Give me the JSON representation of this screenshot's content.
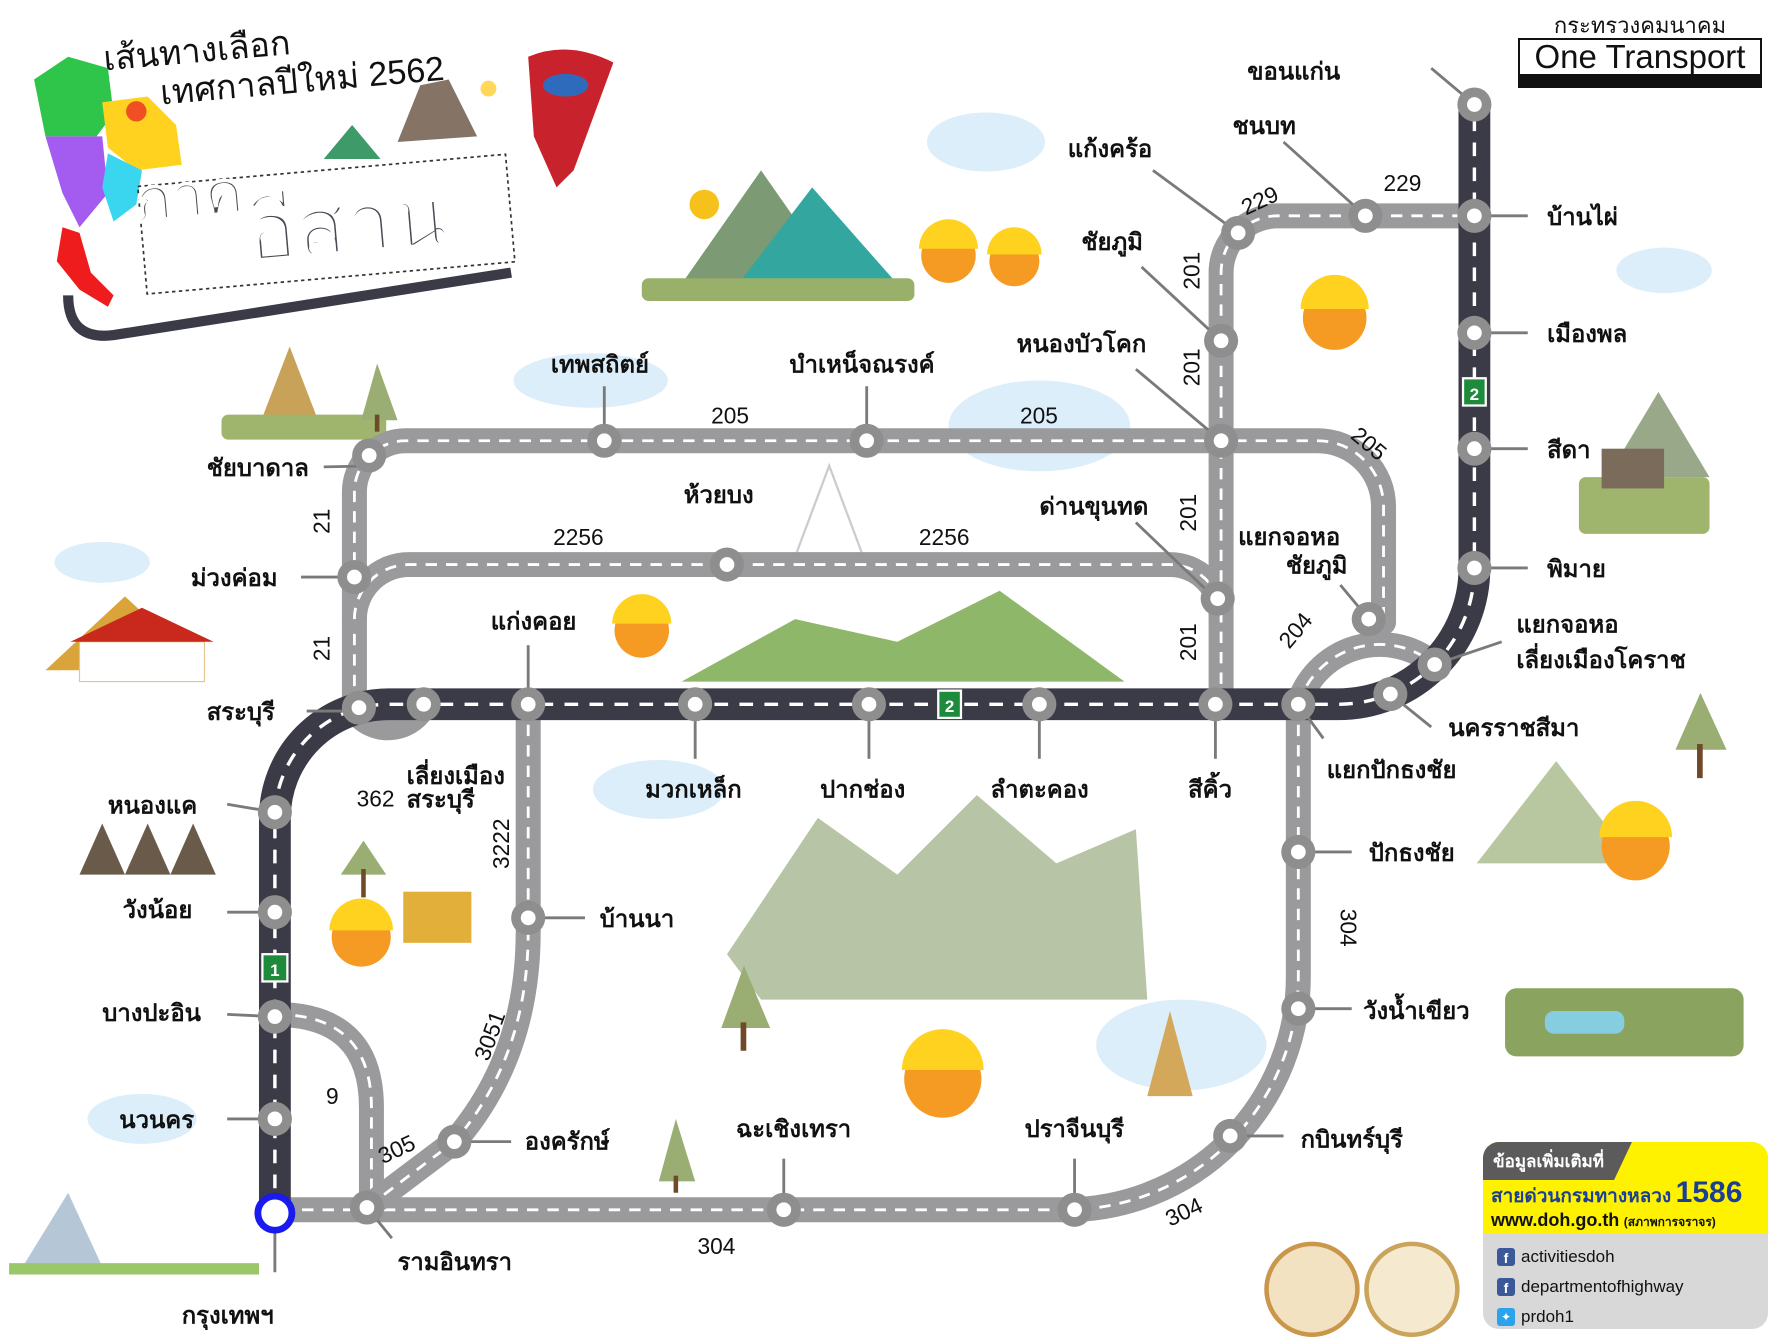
{
  "header": {
    "title_line1": "เส้นทางเลือก",
    "title_line2": "เทศกาลปีใหม่ 2562",
    "region_word1": "ภาค",
    "region_word2": "อีสาน"
  },
  "logo": {
    "ministry": "กระทรวงคมนาคม",
    "brand": "One Transport"
  },
  "endpoints": {
    "origin": "กรุงเทพฯ",
    "destination": "ขอนแก่น"
  },
  "stations": [
    "บ้านไผ่",
    "เมืองพล",
    "สีดา",
    "พิมาย",
    "แยกจอหอ",
    "เลี่ยงเมืองโคราช",
    "นครราชสีมา",
    "แยกจอหอ",
    "ชัยภูมิ",
    "แยกปักธงชัย",
    "สีคิ้ว",
    "ลำตะคอง",
    "ปากช่อง",
    "มวกเหล็ก",
    "แก่งคอย",
    "เลี่ยงเมือง",
    "สระบุรี",
    "สระบุรี",
    "หนองแค",
    "วังน้อย",
    "บางปะอิน",
    "นวนคร",
    "รามอินทรา",
    "องครักษ์",
    "บ้านนา",
    "ฉะเชิงเทรา",
    "ปราจีนบุรี",
    "กบินทร์บุรี",
    "วังน้ำเขียว",
    "ปักธงชัย",
    "ชัยบาดาล",
    "ม่วงค่อม",
    "เทพสถิตย์",
    "บำเหน็จณรงค์",
    "ห้วยบง",
    "ด่านขุนทด",
    "แก้งคร้อ",
    "ชัยภูมิ",
    "หนองบัวโคก",
    "ชนบท"
  ],
  "routes": {
    "r229a": "229",
    "r229b": "229",
    "r201a": "201",
    "r201b": "201",
    "r201c": "201",
    "r201d": "201",
    "r205a": "205",
    "r205b": "205",
    "r205c": "205",
    "r2256a": "2256",
    "r2256b": "2256",
    "r204": "204",
    "r21a": "21",
    "r21b": "21",
    "r362": "362",
    "r3222": "3222",
    "r3051": "3051",
    "r305": "305",
    "r9": "9",
    "r304a": "304",
    "r304b": "304",
    "r304c": "304",
    "shield2": "2",
    "shield2b": "2",
    "shield1": "1"
  },
  "info": {
    "heading": "ข้อมูลเพิ่มเติมที่",
    "hotline_label": "สายด่วนกรมทางหลวง",
    "hotline_number": "1586",
    "website": "www.doh.go.th",
    "website_note": "(สภาพการจราจร)",
    "social": [
      {
        "icon": "facebook-icon",
        "handle": "activitiesdoh"
      },
      {
        "icon": "facebook-icon",
        "handle": "departmentofhighway"
      },
      {
        "icon": "twitter-icon",
        "handle": "prdoh1"
      }
    ]
  },
  "colors": {
    "main_road": "#3b3a47",
    "secondary_road": "#9a9a9c",
    "origin": "#1a1aee",
    "hotline_bg": "#fff200",
    "hotline_text": "#1b3f95",
    "shield": "#1e8a3c"
  }
}
